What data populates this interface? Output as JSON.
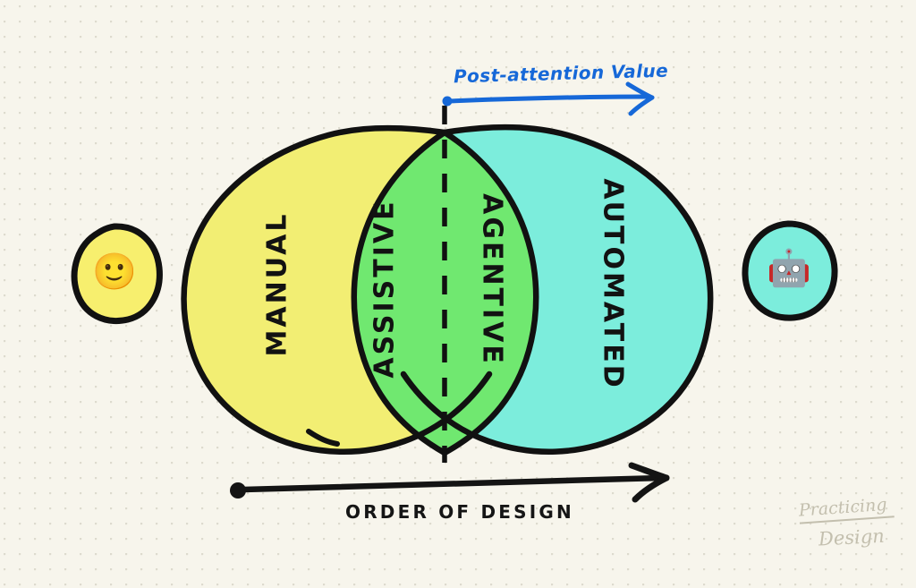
{
  "diagram": {
    "type": "venn",
    "title_present": false,
    "background_color": "#f7f5ec",
    "regions": [
      {
        "id": "manual",
        "label": "MANUAL",
        "color": "#f2ee73",
        "role": "left-circle-only"
      },
      {
        "id": "assistive",
        "label": "ASSISTIVE",
        "color": "#70e870",
        "role": "overlap-left-half"
      },
      {
        "id": "agentive",
        "label": "AGENTIVE",
        "color": "#70e870",
        "role": "overlap-right-half"
      },
      {
        "id": "automated",
        "label": "AUTOMATED",
        "color": "#7ceddc",
        "role": "right-circle-only"
      }
    ],
    "annotations": {
      "post_attention": {
        "label": "Post-attention Value",
        "color": "#1668d8",
        "direction": "right"
      },
      "order_of_design": {
        "label": "ORDER  OF  DESIGN",
        "color": "#151515",
        "direction": "right"
      },
      "divider": {
        "style": "dashed",
        "color": "#111111",
        "label": ""
      }
    },
    "endpoints": {
      "left": {
        "icon": "slightly-smiling-face-emoji",
        "glyph": "🙂",
        "fill": "#f2ee73"
      },
      "right": {
        "icon": "robot-emoji",
        "glyph": "🤖",
        "fill": "#7ceddc"
      }
    },
    "watermark": {
      "line1": "Practicing",
      "line2": "Design",
      "color": "#c3bfae"
    }
  }
}
